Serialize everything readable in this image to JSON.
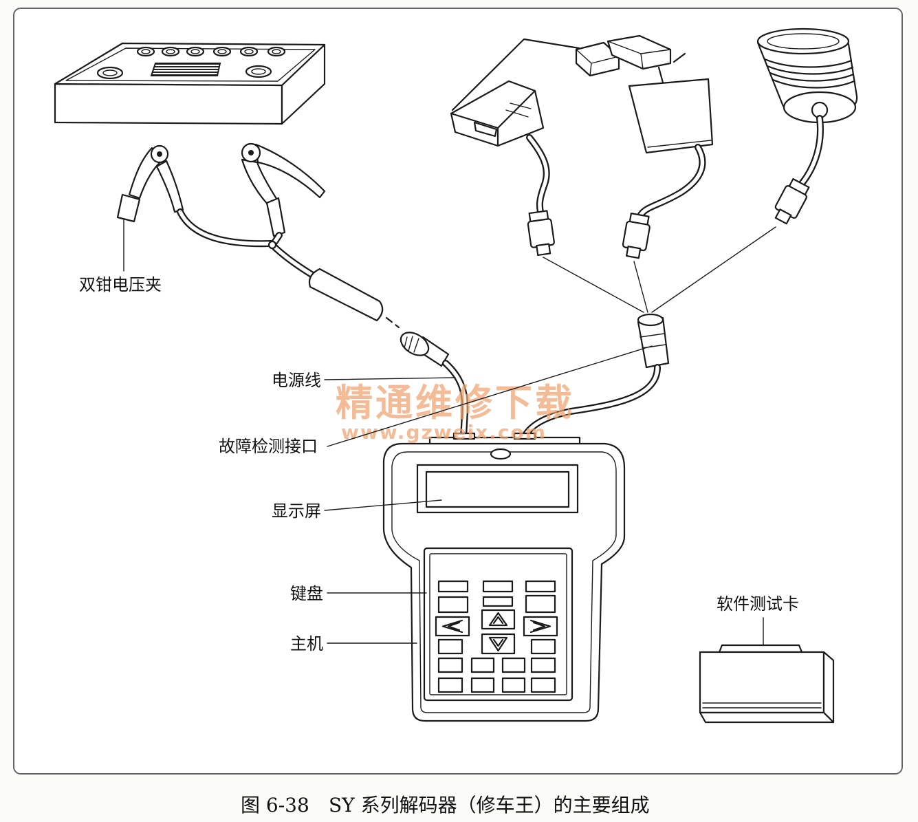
{
  "figure": {
    "number": "图 6-38",
    "title": "SY 系列解码器（修车王）的主要组成"
  },
  "labels": {
    "dual_clamp": "双钳电压夹",
    "power_cable": "电源线",
    "diagnostic_interface": "故障检测接口",
    "display": "显示屏",
    "keyboard": "键盘",
    "main_unit": "主机",
    "software_card": "软件测试卡"
  },
  "watermark": {
    "line1": "精通维修下载",
    "line2": "www.gzweix.com"
  },
  "colors": {
    "line": "#1a1a1a",
    "frame": "#666666",
    "watermark": "#f0a36e"
  },
  "icons": [
    "left-arrow-icon",
    "up-arrow-icon",
    "right-arrow-icon",
    "down-arrow-icon"
  ]
}
